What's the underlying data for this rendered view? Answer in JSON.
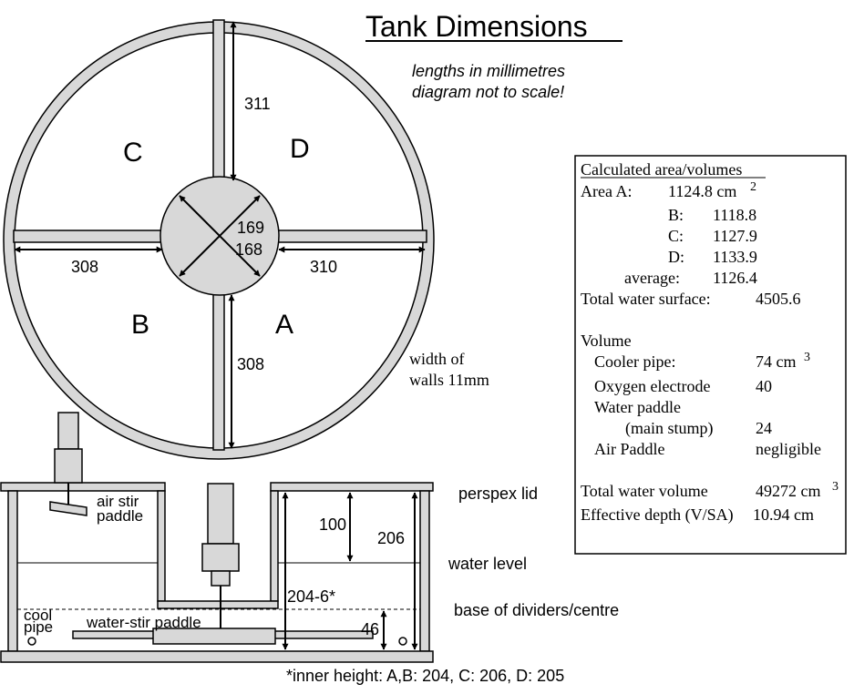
{
  "title": "Tank Dimensions",
  "notes": {
    "line1": "lengths in millimetres",
    "line2": "diagram not to scale!"
  },
  "quadrants": {
    "a": "A",
    "b": "B",
    "c": "C",
    "d": "D"
  },
  "top_view": {
    "divider_d_length": "311",
    "divider_b_length": "308",
    "divider_a_length": "310",
    "divider_bottom_length": "308",
    "centre_diameter_1": "169",
    "centre_diameter_2": "168",
    "wall_width_line1": "width of",
    "wall_width_line2": "walls 11mm"
  },
  "side_view": {
    "air_stir_line1": "air stir",
    "air_stir_line2": "paddle",
    "cool_line1": "cool",
    "cool_line2": "pipe",
    "water_stir": "water-stir paddle",
    "lid_to_water": "100",
    "inner_height": "206",
    "divider_height": "204-6*",
    "base_height": "46",
    "perspex_lid": "perspex lid",
    "water_level": "water level",
    "base_dividers": "base of dividers/centre",
    "footnote": "*inner height: A,B: 204, C: 206, D: 205"
  },
  "calc": {
    "heading": "Calculated area/volumes",
    "area_label": "Area  A:",
    "area_a": "1124.8 cm",
    "area_unit_exp": "2",
    "b_label": "B:",
    "b_value": "1118.8",
    "c_label": "C:",
    "c_value": "1127.9",
    "d_label": "D:",
    "d_value": "1133.9",
    "avg_label": "average:",
    "avg_value": "1126.4",
    "surface_label": "Total water surface:",
    "surface_value": "4505.6",
    "volume_heading": "Volume",
    "cooler_label": "Cooler pipe:",
    "cooler_value": "74 cm",
    "vol_unit_exp": "3",
    "oxygen_label": "Oxygen electrode",
    "oxygen_value": "40",
    "paddle_label": "Water paddle",
    "stump_label": "(main stump)",
    "stump_value": "24",
    "air_label": "Air Paddle",
    "air_value": "negligible",
    "total_label": "Total water volume",
    "total_value": "49272 cm",
    "total_unit_exp": "3",
    "depth_label": "Effective depth (V/SA)",
    "depth_value": "10.94 cm"
  }
}
